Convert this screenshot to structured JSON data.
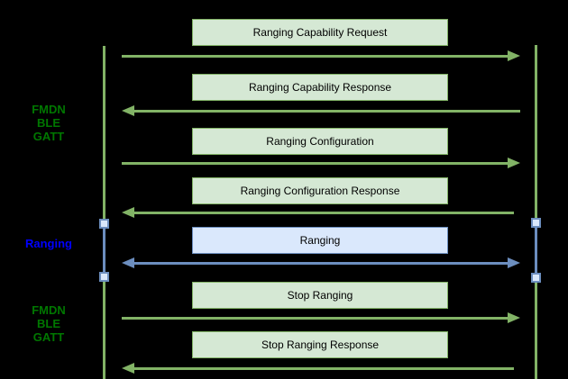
{
  "diagram": {
    "type": "sequence-protocol-flow",
    "background_color": "#000000",
    "lane_labels": [
      {
        "id": "fmdn-ble-gatt-top",
        "lines": [
          "FMDN",
          "BLE",
          "GATT"
        ],
        "color": "#007700"
      },
      {
        "id": "ranging",
        "lines": [
          "Ranging"
        ],
        "color": "#0000ff"
      },
      {
        "id": "fmdn-ble-gatt-bottom",
        "lines": [
          "FMDN",
          "BLE",
          "GATT"
        ],
        "color": "#007700"
      }
    ],
    "messages": [
      {
        "label": "Ranging Capability Request",
        "direction": "right",
        "style": "green"
      },
      {
        "label": "Ranging Capability Response",
        "direction": "left",
        "style": "green"
      },
      {
        "label": "Ranging Configuration",
        "direction": "right",
        "style": "green"
      },
      {
        "label": "Ranging Configuration Response",
        "direction": "left",
        "style": "green"
      },
      {
        "label": "Ranging",
        "direction": "both",
        "style": "blue"
      },
      {
        "label": "Stop Ranging",
        "direction": "right",
        "style": "green"
      },
      {
        "label": "Stop Ranging Response",
        "direction": "left",
        "style": "green"
      }
    ],
    "colors": {
      "green_fill": "#d5e8d4",
      "green_stroke": "#82b366",
      "blue_fill": "#dae8fc",
      "blue_stroke": "#6c8ebf",
      "label_green": "#007700",
      "label_blue": "#0000ff",
      "box_text": "#000000"
    }
  }
}
